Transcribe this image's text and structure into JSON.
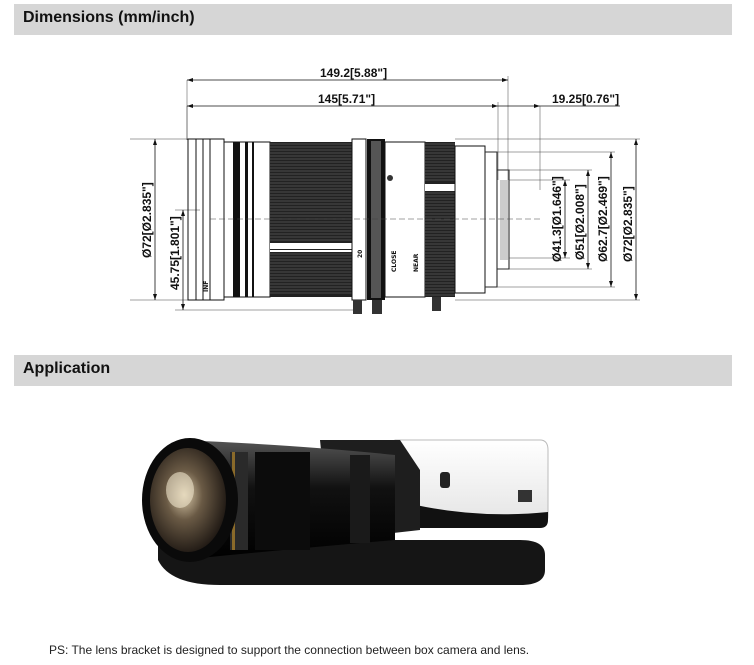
{
  "sections": {
    "dimensions_title": "Dimensions (mm/inch)",
    "application_title": "Application"
  },
  "drawing": {
    "overall_length": "149.2[5.88\"]",
    "body_length": "145[5.71\"]",
    "rear_length": "19.25[0.76\"]",
    "left_outer_diameter": "Ø72[Ø2.835\"]",
    "left_half_height": "45.75[1.801\"]",
    "right_d1": "Ø41.3[Ø1.646\"]",
    "right_d2": "Ø51[Ø2.008\"]",
    "right_d3": "Ø62.7[Ø2.469\"]",
    "right_d4": "Ø72[Ø2.835\"]",
    "ring_label_20": "20",
    "ring_label_close": "CLOSE",
    "ring_label_near": "NEAR",
    "ring_label_inf": "INF"
  },
  "note": "PS: The lens bracket is designed to support the connection between box camera and lens."
}
